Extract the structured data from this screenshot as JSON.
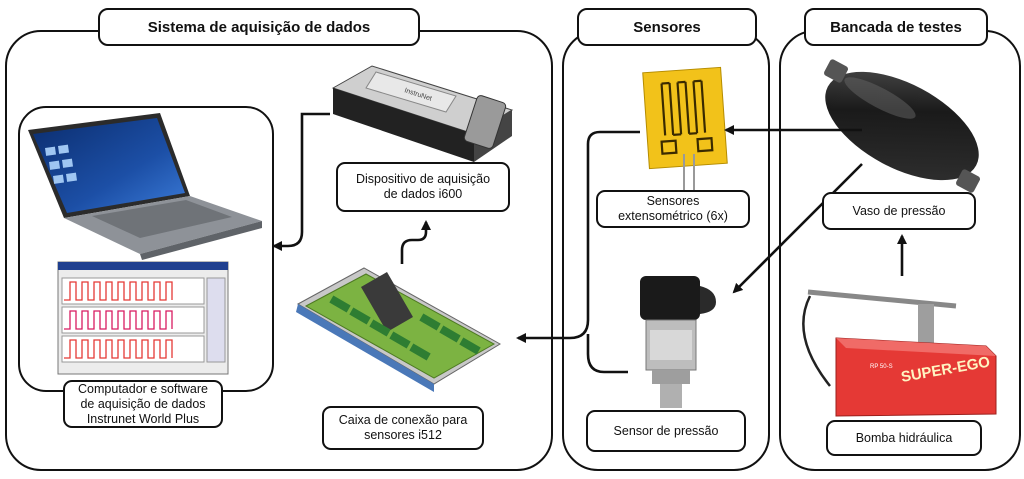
{
  "sections": {
    "daq_title": "Sistema de aquisição de dados",
    "sensors_title": "Sensores",
    "bench_title": "Bancada de testes"
  },
  "labels": {
    "computer": "Computador e software\nde aquisição de dados\nInstrunet World Plus",
    "daq_device": "Dispositivo de aquisição\nde dados i600",
    "connection_box": "Caixa de conexão para\nsensores i512",
    "strain_gauges": "Sensores\nextensométrico (6x)",
    "pressure_sensor": "Sensor de pressão",
    "pressure_vessel": "Vaso de pressão",
    "hydraulic_pump": "Bomba hidráulica"
  },
  "device_text": {
    "daq_device_brand": "InstruNet",
    "pump_brand": "SUPER-EGO",
    "pump_model": "RP 50-S"
  },
  "colors": {
    "laptop_screen": "#1c4fa6",
    "strain_gauge": "#f2c21a",
    "connection_board": "#7cb342",
    "pump_body": "#e53935",
    "vessel": "#2a2a2a"
  }
}
